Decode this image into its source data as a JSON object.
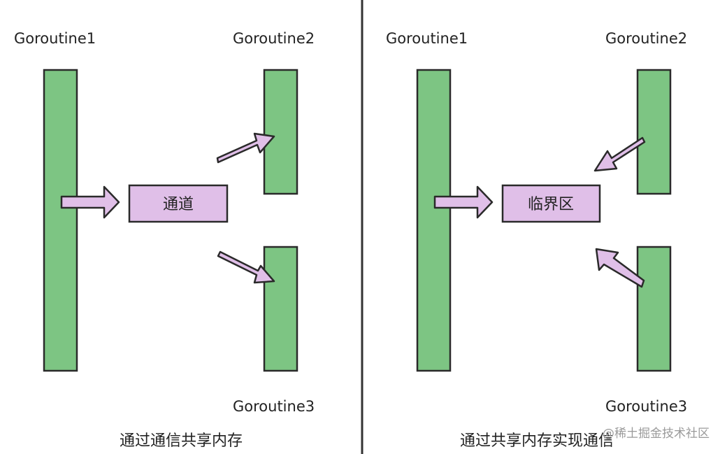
{
  "left_panel": {
    "goroutine1_label": "Goroutine1",
    "goroutine2_label": "Goroutine2",
    "goroutine3_label": "Goroutine3",
    "box_label": "通道",
    "caption": "通过通信共享内存"
  },
  "right_panel": {
    "goroutine1_label": "Goroutine1",
    "goroutine2_label": "Goroutine2",
    "goroutine3_label": "Goroutine3",
    "box_label": "临界区",
    "caption": "通过共享内存实现通信"
  },
  "watermark": "@稀土掘金技术社区",
  "colors": {
    "goroutine_fill": "#7dc583",
    "box_fill": "#e0bfe8",
    "arrow_fill": "#e0bfe8",
    "outline": "#2a2a2a"
  }
}
